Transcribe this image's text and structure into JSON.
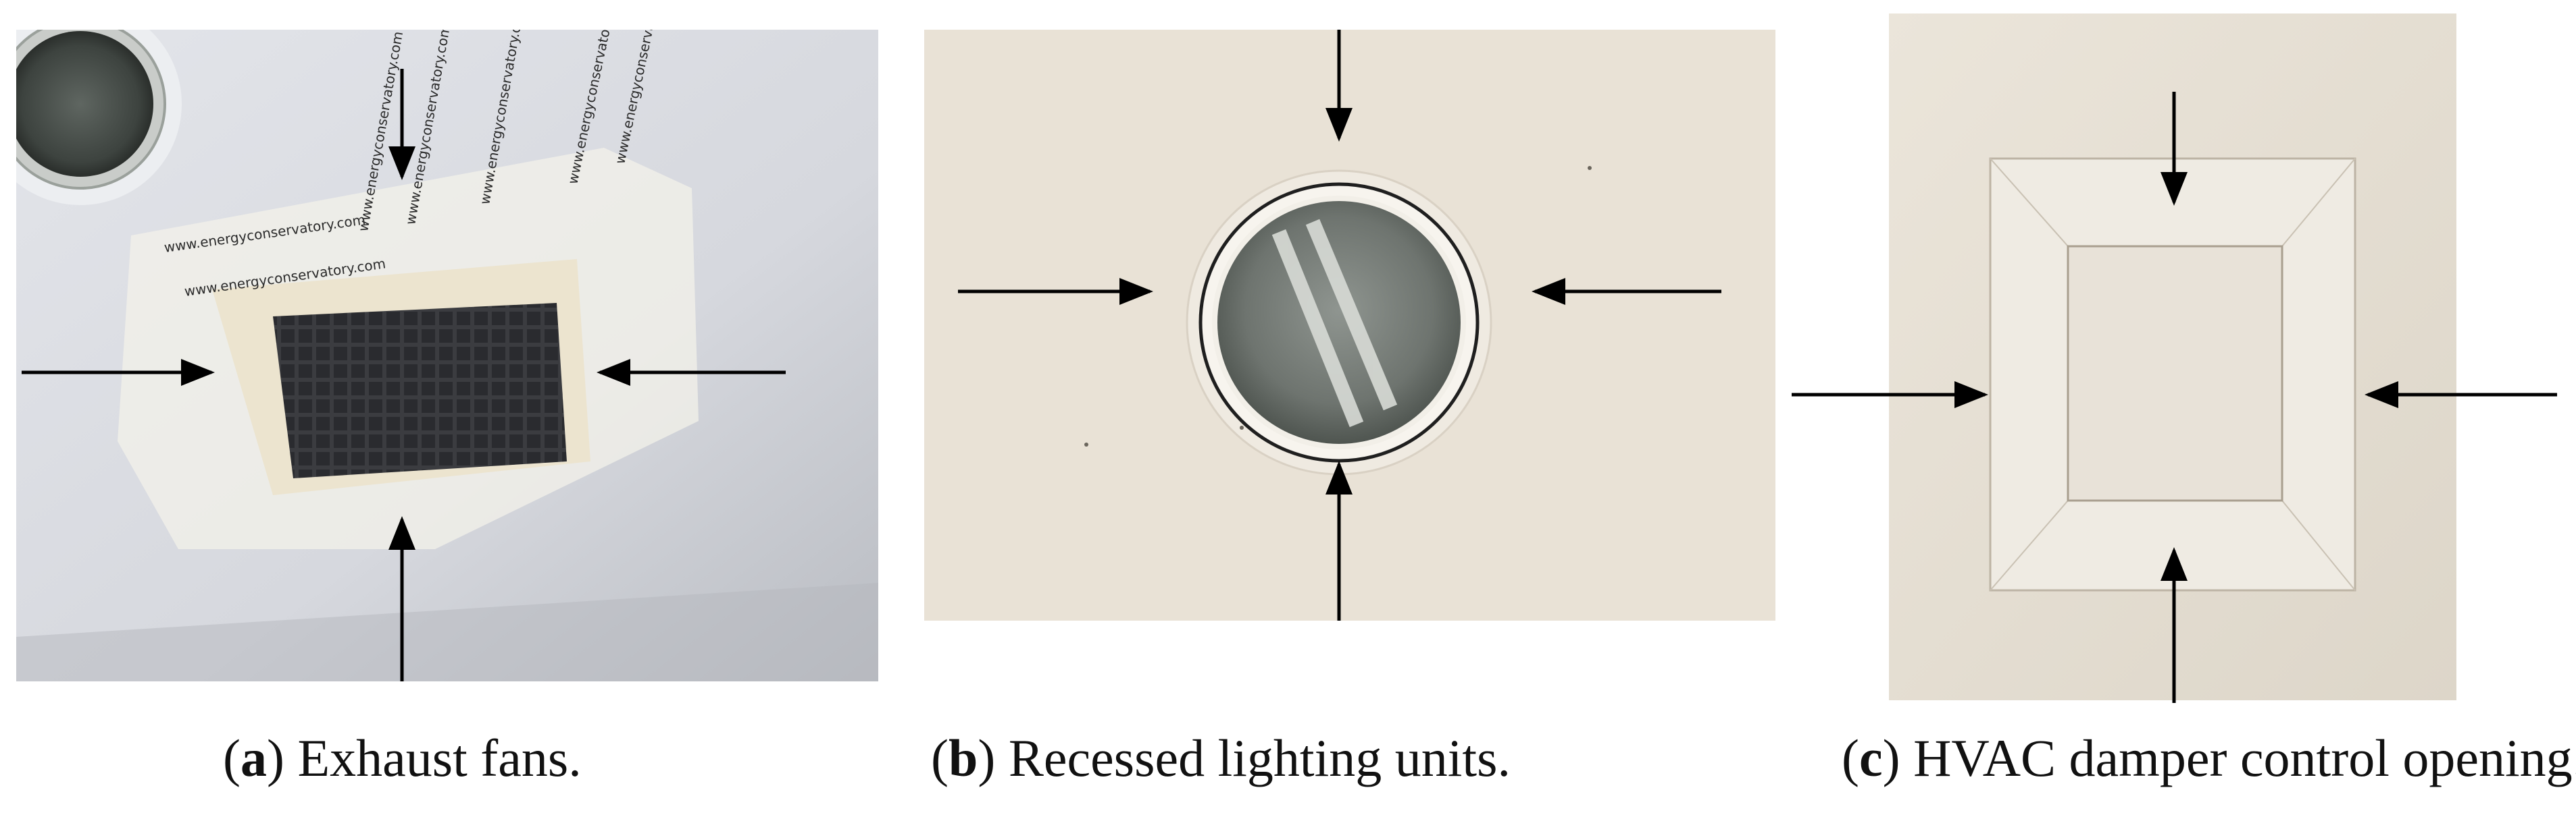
{
  "panels": [
    {
      "letter": "a",
      "caption_text": "Exhaust fans."
    },
    {
      "letter": "b",
      "caption_text": "Recessed lighting units."
    },
    {
      "letter": "c",
      "caption_text": "HVAC damper control opening."
    }
  ],
  "photo_a": {
    "tape_text": "www.energyconservatory.com"
  },
  "colors": {
    "arrow": "#000000",
    "wall_a": "#d9dbe0",
    "wall_b": "#e9e2d6",
    "wall_c": "#e6e0d5"
  }
}
